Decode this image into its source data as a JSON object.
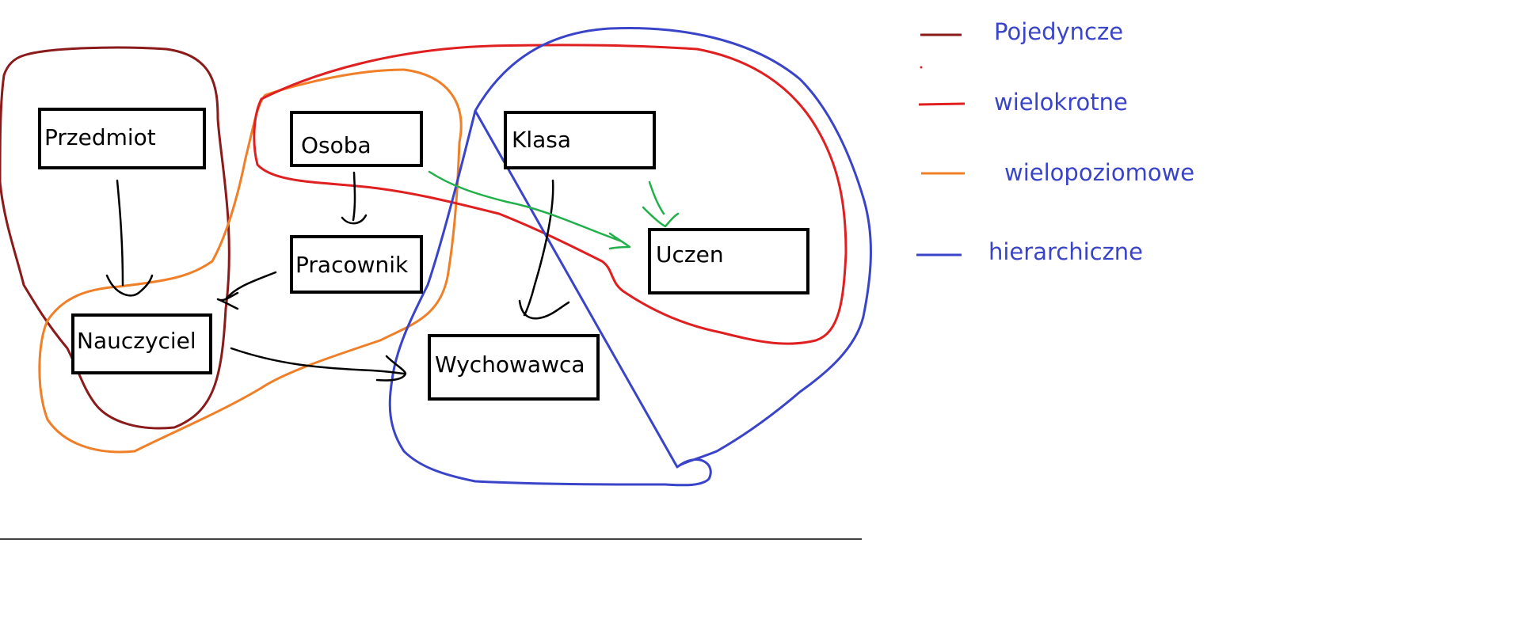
{
  "colors": {
    "pojedyncze": "#8B1A1A",
    "wielokrotne": "#E02020",
    "wielopoziomowe": "#F07F28",
    "hierarchiczne": "#3A44C8",
    "green_arrow": "#22B04A",
    "legend_text": "#3A44C8",
    "box_border": "#000000"
  },
  "entities": {
    "przedmiot": "Przedmiot",
    "osoba": "Osoba",
    "klasa": "Klasa",
    "pracownik": "Pracownik",
    "uczen": "Uczen",
    "nauczyciel": "Nauczyciel",
    "wychowawca": "Wychowawca"
  },
  "legend": [
    {
      "label": "Pojedyncze",
      "color_key": "pojedyncze"
    },
    {
      "label": "wielokrotne",
      "color_key": "wielokrotne"
    },
    {
      "label": "wielopoziomowe",
      "color_key": "wielopoziomowe"
    },
    {
      "label": "hierarchiczne",
      "color_key": "hierarchiczne"
    }
  ]
}
